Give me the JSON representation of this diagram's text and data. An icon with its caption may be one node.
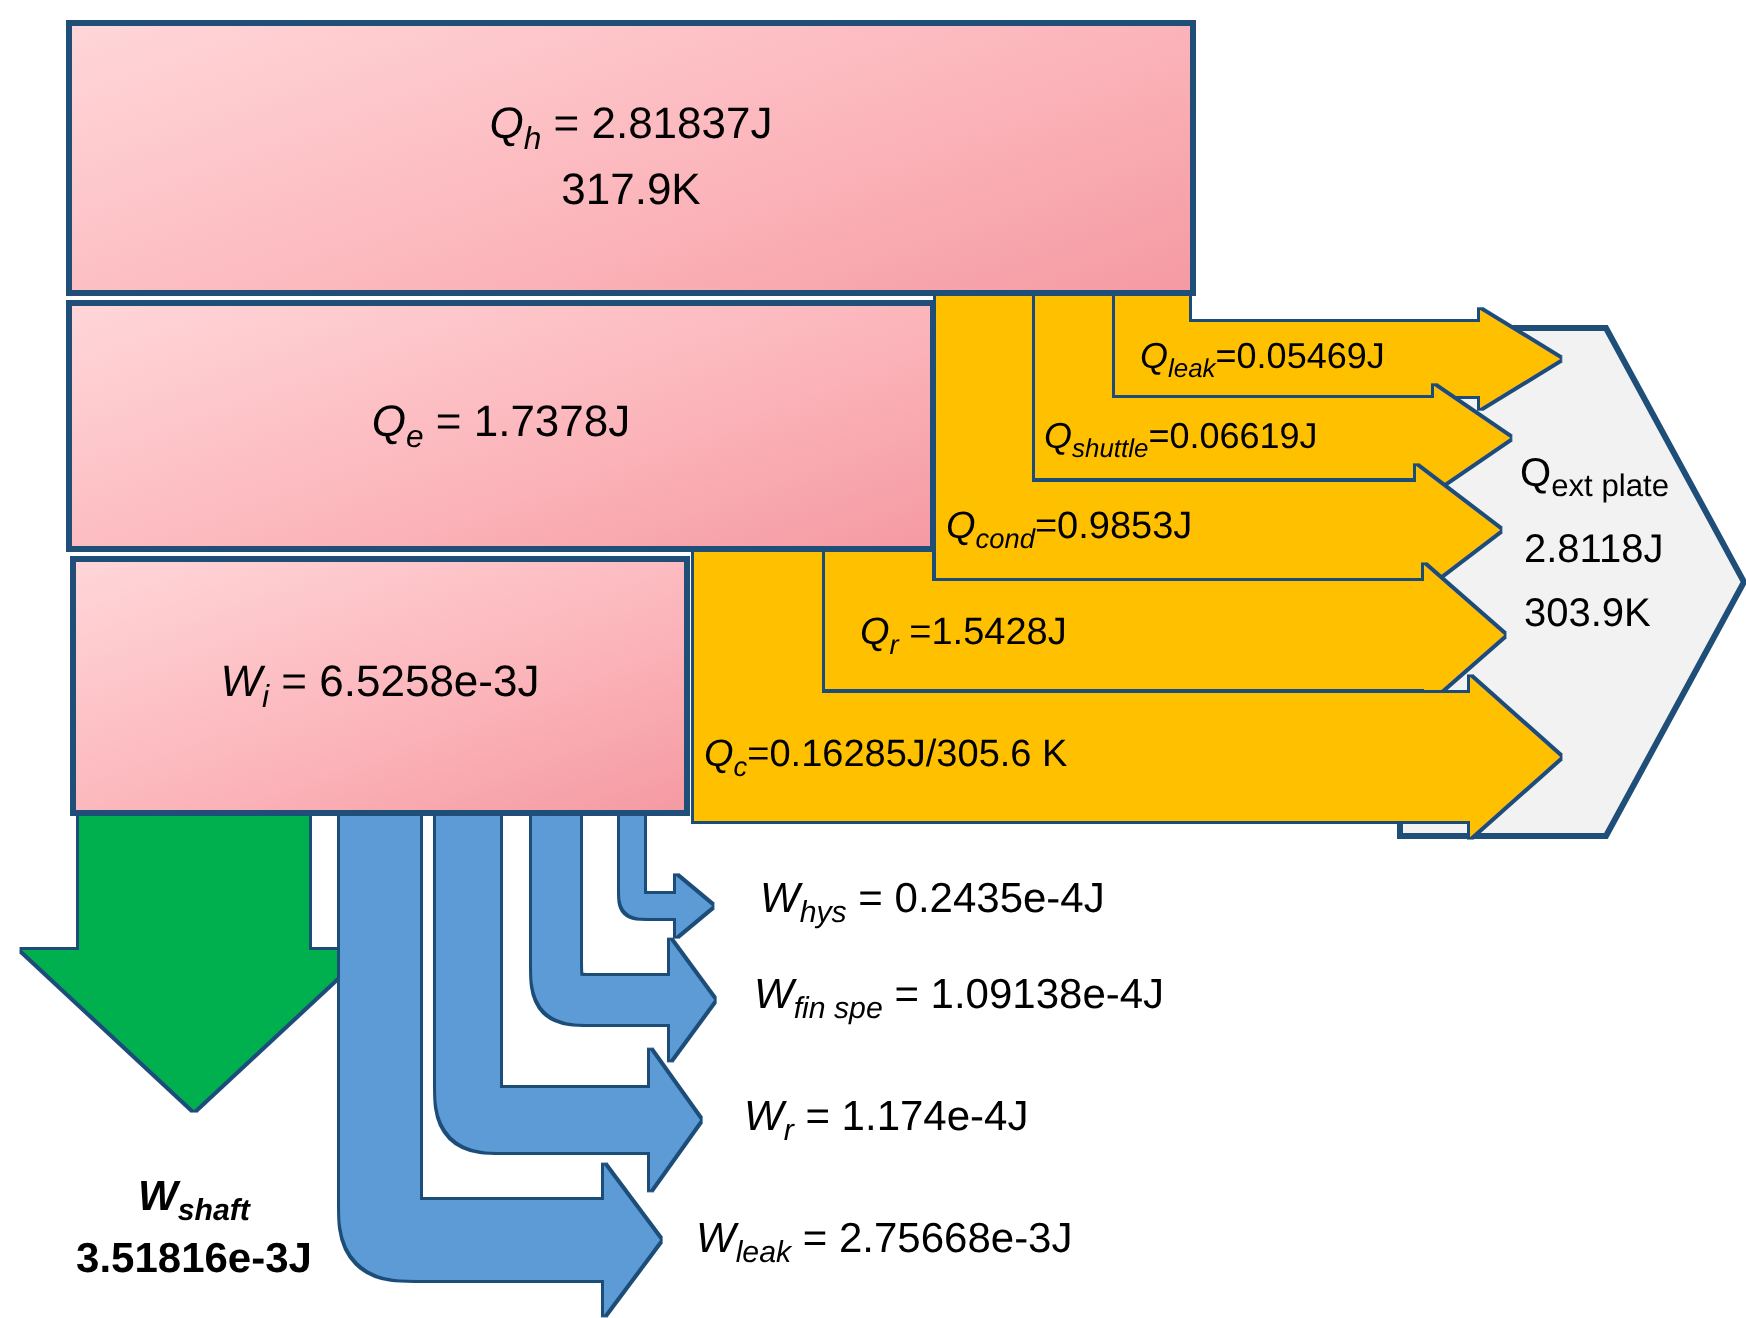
{
  "diagram": {
    "nodes": [
      {
        "text": [
          "*Q*$_{h}$ = 2.81837J",
          "317.9K"
        ]
      },
      {
        "text": [
          "*Q*$_{e}$ = 1.7378J"
        ]
      },
      {
        "text": [
          "*W*$_{i}$ = 6.5258e-3J"
        ]
      },
      {
        "text": [
          "Q$_{ext plate}$",
          "2.8118J",
          "303.9K"
        ]
      },
      {
        "text": [
          "*W*$_{shaft}$",
          "3.51816e-3J"
        ]
      },
      {
        "text": [
          "*W*$_{hys}$ = 0.2435e-4J"
        ]
      },
      {
        "text": [
          "*W*$_{fin spe}$ = 1.09138e-4J"
        ]
      },
      {
        "text": [
          "*W*$_{r}$ = 1.174e-4J"
        ]
      },
      {
        "text": [
          "*W*$_{leak}$ = 2.75668e-3J"
        ]
      }
    ],
    "edges": [
      {
        "from": 0,
        "to": 3,
        "arrow": "to",
        "label": "*Q*$_{leak}$=0.05469J"
      },
      {
        "from": 0,
        "to": 3,
        "arrow": "to",
        "label": "*Q*$_{shuttle}$=0.06619J"
      },
      {
        "from": 0,
        "to": 3,
        "arrow": "to",
        "label": "*Q*$_{cond}$=0.9853J"
      },
      {
        "from": 1,
        "to": 3,
        "arrow": "to",
        "label": "*Q*$_{r}$ =1.5428J"
      },
      {
        "from": 1,
        "to": 3,
        "arrow": "to",
        "label": "*Q*$_{c}$=0.16285J/305.6 K"
      },
      {
        "from": 2,
        "to": 4,
        "arrow": "to",
        "style": "thick",
        "color": "#00b050"
      },
      {
        "from": 2,
        "to": 5,
        "arrow": "to",
        "color": "#5b9bd5"
      },
      {
        "from": 2,
        "to": 6,
        "arrow": "to",
        "color": "#5b9bd5"
      },
      {
        "from": 2,
        "to": 7,
        "arrow": "to",
        "color": "#5b9bd5"
      },
      {
        "from": 2,
        "to": 8,
        "arrow": "to",
        "color": "#5b9bd5"
      }
    ]
  }
}
